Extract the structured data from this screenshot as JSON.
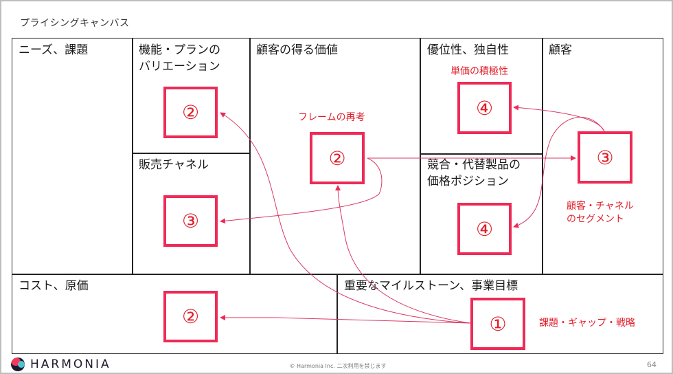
{
  "slide": {
    "title": "プライシングキャンバス",
    "page_number": "64",
    "copyright": "© Harmonia Inc. 二次利用を禁じます",
    "brand": "HARMONIA"
  },
  "colors": {
    "accent": "#ee2a56",
    "note_text": "#e01e2a",
    "border": "#222222"
  },
  "cells": {
    "needs": {
      "label": "ニーズ、課題"
    },
    "features": {
      "label_line1": "機能・プランの",
      "label_line2": "バリエーション"
    },
    "channels": {
      "label": "販売チャネル"
    },
    "value": {
      "label": "顧客の得る価値"
    },
    "advantage": {
      "label": "優位性、独自性"
    },
    "competitors": {
      "label_line1": "競合・代替製品の",
      "label_line2": "価格ポジション"
    },
    "customers": {
      "label": "顧客"
    },
    "cost": {
      "label": "コスト、原価"
    },
    "milestones": {
      "label": "重要なマイルストーン、事業目標"
    }
  },
  "boxes": {
    "features": {
      "number": "②"
    },
    "channels": {
      "number": "③"
    },
    "value": {
      "number": "②"
    },
    "advantage": {
      "number": "④"
    },
    "competitors": {
      "number": "④"
    },
    "customers": {
      "number": "③"
    },
    "cost": {
      "number": "②"
    },
    "milestones": {
      "number": "①"
    }
  },
  "notes": {
    "value": "フレームの再考",
    "advantage": "単価の積極性",
    "customers_line1": "顧客・チャネル",
    "customers_line2": "のセグメント",
    "milestones": "課題・ギャップ・戦略"
  }
}
